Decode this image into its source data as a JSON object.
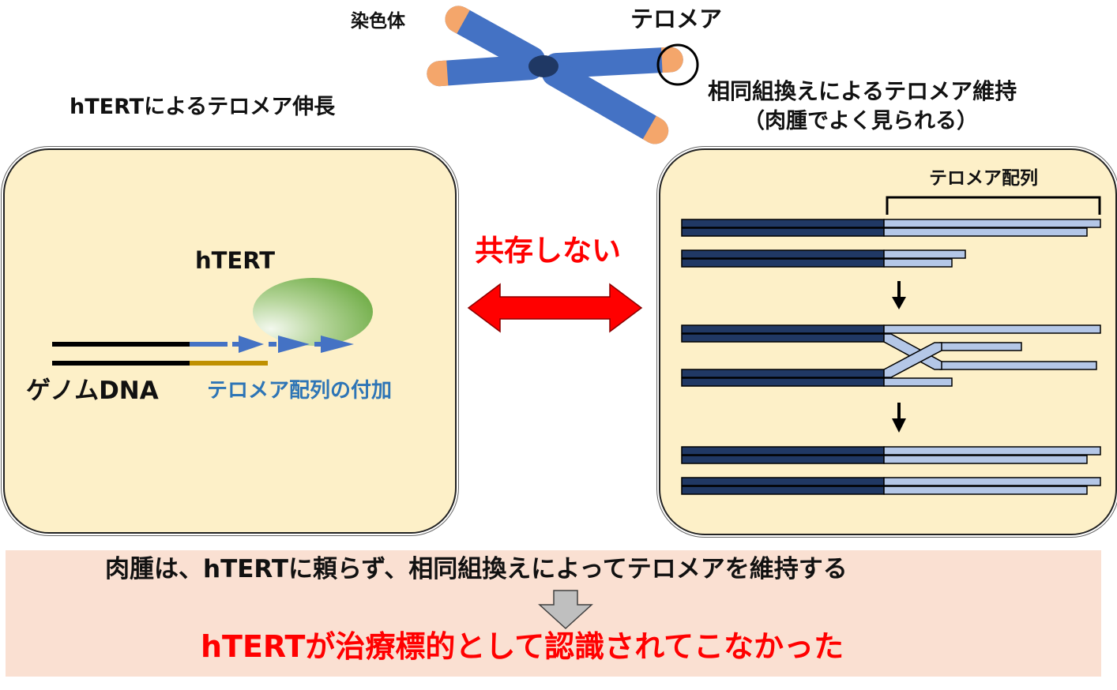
{
  "chromosome": {
    "label": "染色体",
    "telomere_label": "テロメア"
  },
  "left_panel": {
    "title": "hTERTによるテロメア伸長",
    "enzyme_label": "hTERT",
    "genome_label": "ゲノムDNA",
    "addition_label": "テロメア配列の付加"
  },
  "center": {
    "relation_label": "共存しない"
  },
  "right_panel": {
    "title_line1": "相同組換えによるテロメア維持",
    "title_line2": "（肉腫でよく見られる）",
    "sequence_label": "テロメア配列"
  },
  "conclusion": {
    "statement": "肉腫は、hTERTに頼らず、相同組換えによってテロメアを維持する",
    "result": "hTERTが治療標的として認識されてこなかった"
  },
  "colors": {
    "panel_fill": "#fdf0c8",
    "bottom_fill": "#fae0d2",
    "chromosome_blue": "#4472c4",
    "telomere_orange": "#f4a66b",
    "dna_dark": "#203864",
    "dna_light": "#b4c7e7",
    "arrow_red": "#ff0000",
    "htert_green": "#70ad47",
    "new_strand_blue": "#4472c4",
    "complement_gold": "#bf9000",
    "label_blue": "#2e75b6",
    "result_red": "#ff0000"
  }
}
